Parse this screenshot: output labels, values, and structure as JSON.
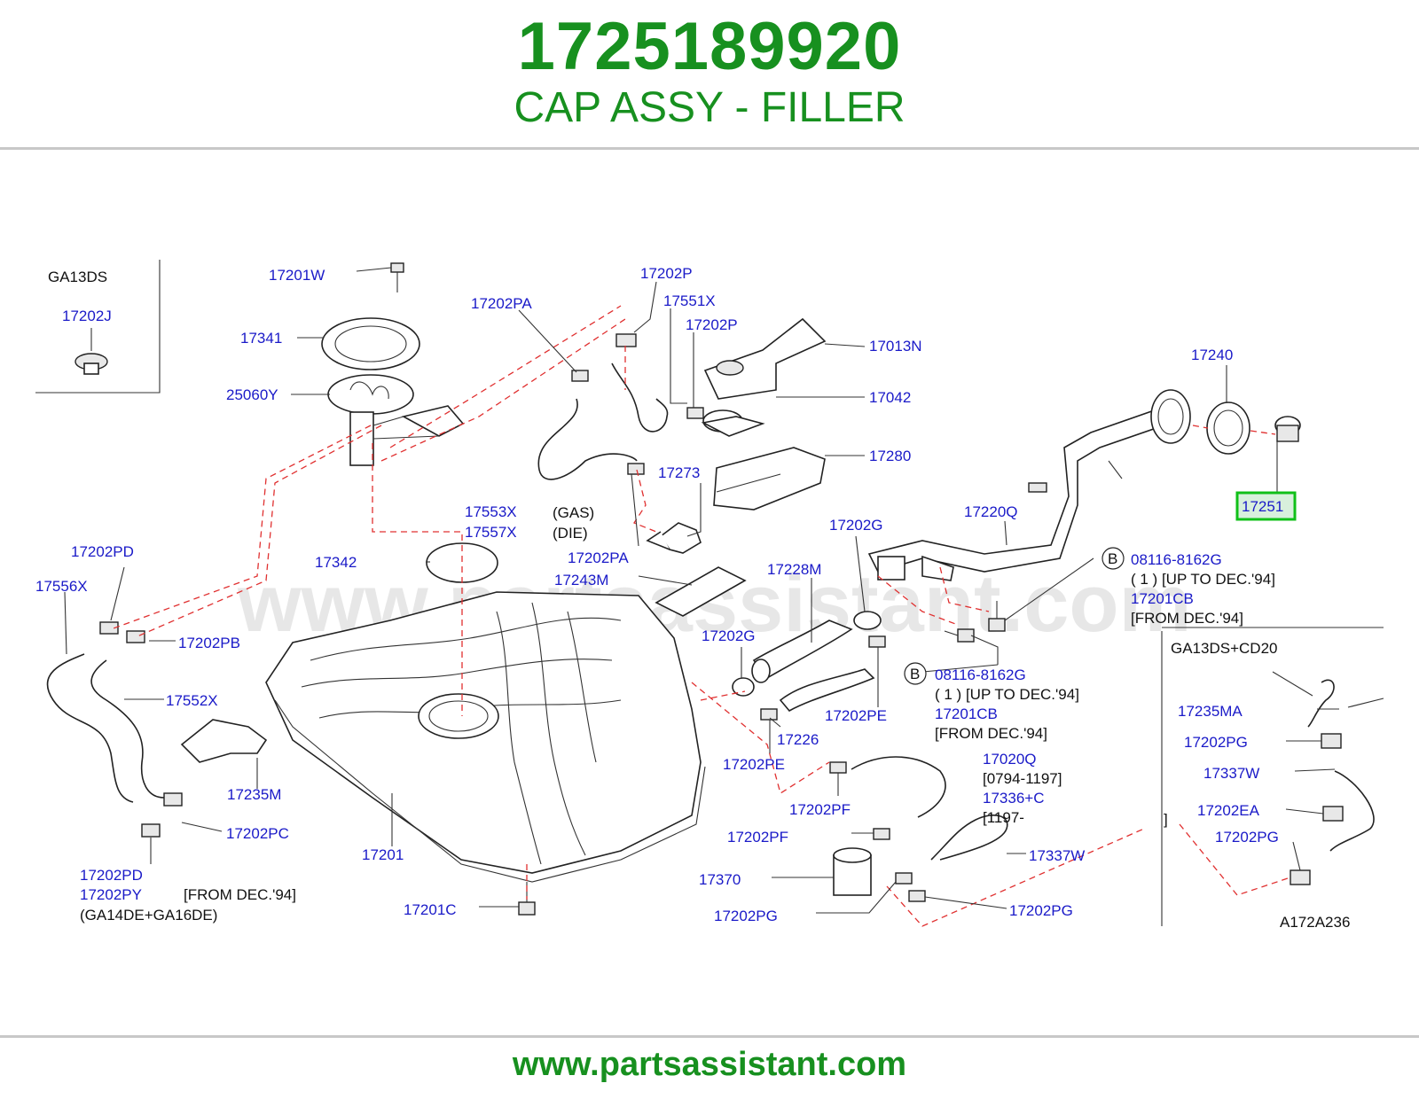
{
  "header": {
    "part_number": "1725189920",
    "part_name": "CAP ASSY - FILLER"
  },
  "footer": {
    "url": "www.partsassistant.com"
  },
  "diagram": {
    "watermark": "www.partsassistant.com",
    "diagram_code": "A172A236",
    "highlighted_part": "17251",
    "labels": {
      "ga13ds": "GA13DS",
      "p17202J": "17202J",
      "p17201W": "17201W",
      "p17341": "17341",
      "p25060Y": "25060Y",
      "p17202PA_top": "17202PA",
      "p17202P_top": "17202P",
      "p17551X": "17551X",
      "p17202P_mid": "17202P",
      "p17013N": "17013N",
      "p17042": "17042",
      "p17280": "17280",
      "p17273": "17273",
      "gas": "(GAS)",
      "die": "(DIE)",
      "p17202PA_low": "17202PA",
      "p17553X": "17553X",
      "p17557X": "17557X",
      "p17342": "17342",
      "p17243M": "17243M",
      "p17228M": "17228M",
      "p17202G_top": "17202G",
      "p17220Q": "17220Q",
      "p17240": "17240",
      "p17251": "17251",
      "b1": "B",
      "p08116_1": "08116-8162G",
      "qty1": "( 1 ) [UP  TO  DEC.'94]",
      "p17201CB_1": "17201CB",
      "from1": "[FROM  DEC.'94]",
      "b2": "B",
      "p08116_2": "08116-8162G",
      "qty2": "( 1 ) [UP  TO  DEC.'94]",
      "p17201CB_2": "17201CB",
      "from2": "[FROM  DEC.'94]",
      "p17202PD_top": "17202PD",
      "p17556X": "17556X",
      "p17202PB": "17202PB",
      "p17552X": "17552X",
      "p17235M": "17235M",
      "p17202PC": "17202PC",
      "p17202PD_bot": "17202PD",
      "p17202PY": "17202PY",
      "from_py": "[FROM  DEC.'94]",
      "ga14": "(GA14DE+GA16DE)",
      "p17201": "17201",
      "p17201C": "17201C",
      "p17202G_mid": "17202G",
      "p17202PE_right": "17202PE",
      "p17226": "17226",
      "p17202PE_low": "17202PE",
      "p17202PF_1": "17202PF",
      "p17202PF_2": "17202PF",
      "p17020Q": "17020Q",
      "range1": "[0794-1197]",
      "p17336C": "17336+C",
      "range2": "[1197-",
      "p17337W_low": "17337W",
      "p17370": "17370",
      "p17202PG_low1": "17202PG",
      "p17202PG_low2": "17202PG",
      "ga13cd": "GA13DS+CD20",
      "p17235MA": "17235MA",
      "p17202PG_r1": "17202PG",
      "p17337W_r": "17337W",
      "p17202EA": "17202EA",
      "p17202PG_r2": "17202PG",
      "bracket_end": "]"
    }
  }
}
